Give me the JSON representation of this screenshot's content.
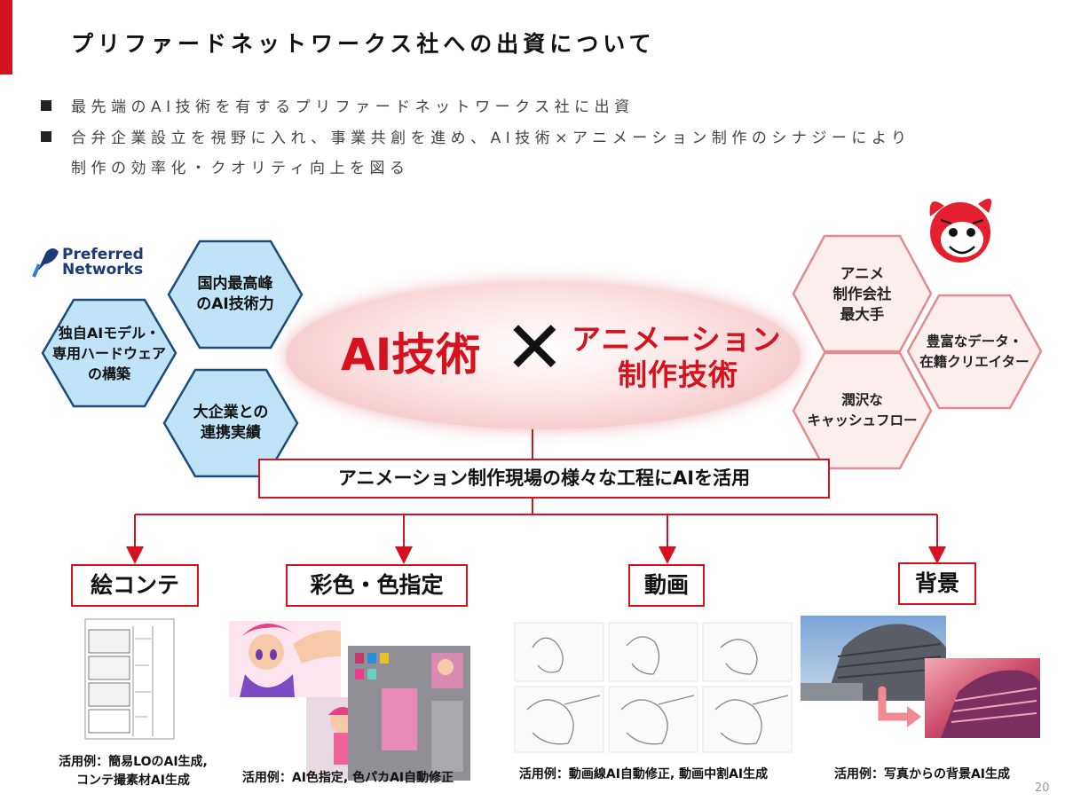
{
  "header": {
    "title": "プリファードネットワークス社への出資について"
  },
  "bullets": [
    "最先端のAI技術を有するプリファードネットワークス社に出資",
    "合弁企業設立を視野に入れ、事業共創を進め、AI技術×アニメーション制作のシナジーにより",
    "制作の効率化・クオリティ向上を図る"
  ],
  "pfn": {
    "logo_line1": "Preferred",
    "logo_line2": "Networks",
    "strengths": [
      {
        "line1": "国内最高峰",
        "line2": "のAI技術力",
        "line3": ""
      },
      {
        "line1": "独自AIモデル・",
        "line2": "専用ハードウェア",
        "line3": "の構築"
      },
      {
        "line1": "大企業との",
        "line2": "連携実績",
        "line3": ""
      }
    ]
  },
  "toei": {
    "strengths": [
      {
        "line1": "アニメ",
        "line2": "制作会社",
        "line3": "最大手"
      },
      {
        "line1": "豊富なデータ・",
        "line2": "在籍クリエイター"
      },
      {
        "line1": "潤沢な",
        "line2": "キャッシュフロー"
      }
    ]
  },
  "center": {
    "ai_tech": "AI技術",
    "times": "✕",
    "anim_line1": "アニメーション",
    "anim_line2": "制作技術"
  },
  "ai_use": "アニメーション制作現場の様々な工程にAIを活用",
  "processes": [
    {
      "label": "絵コンテ",
      "caption_line1": "活用例：簡易LOのAI生成,",
      "caption_line2": "コンテ撮素材AI生成"
    },
    {
      "label": "彩色・色指定",
      "caption_line1": "活用例：AI色指定, 色パカAI自動修正",
      "caption_line2": ""
    },
    {
      "label": "動画",
      "caption_line1": "活用例：動画線AI自動修正, 動画中割AI生成",
      "caption_line2": ""
    },
    {
      "label": "背景",
      "caption_line1": "活用例：写真からの背景AI生成",
      "caption_line2": ""
    }
  ],
  "page_number": "20",
  "colors": {
    "accent_red": "#d6121f",
    "pfn_hex_fill": "#bfe3f7",
    "pfn_hex_stroke": "#1e4a7c",
    "toei_hex_fill": "#fdeeee",
    "toei_hex_stroke": "#e58a8f"
  }
}
